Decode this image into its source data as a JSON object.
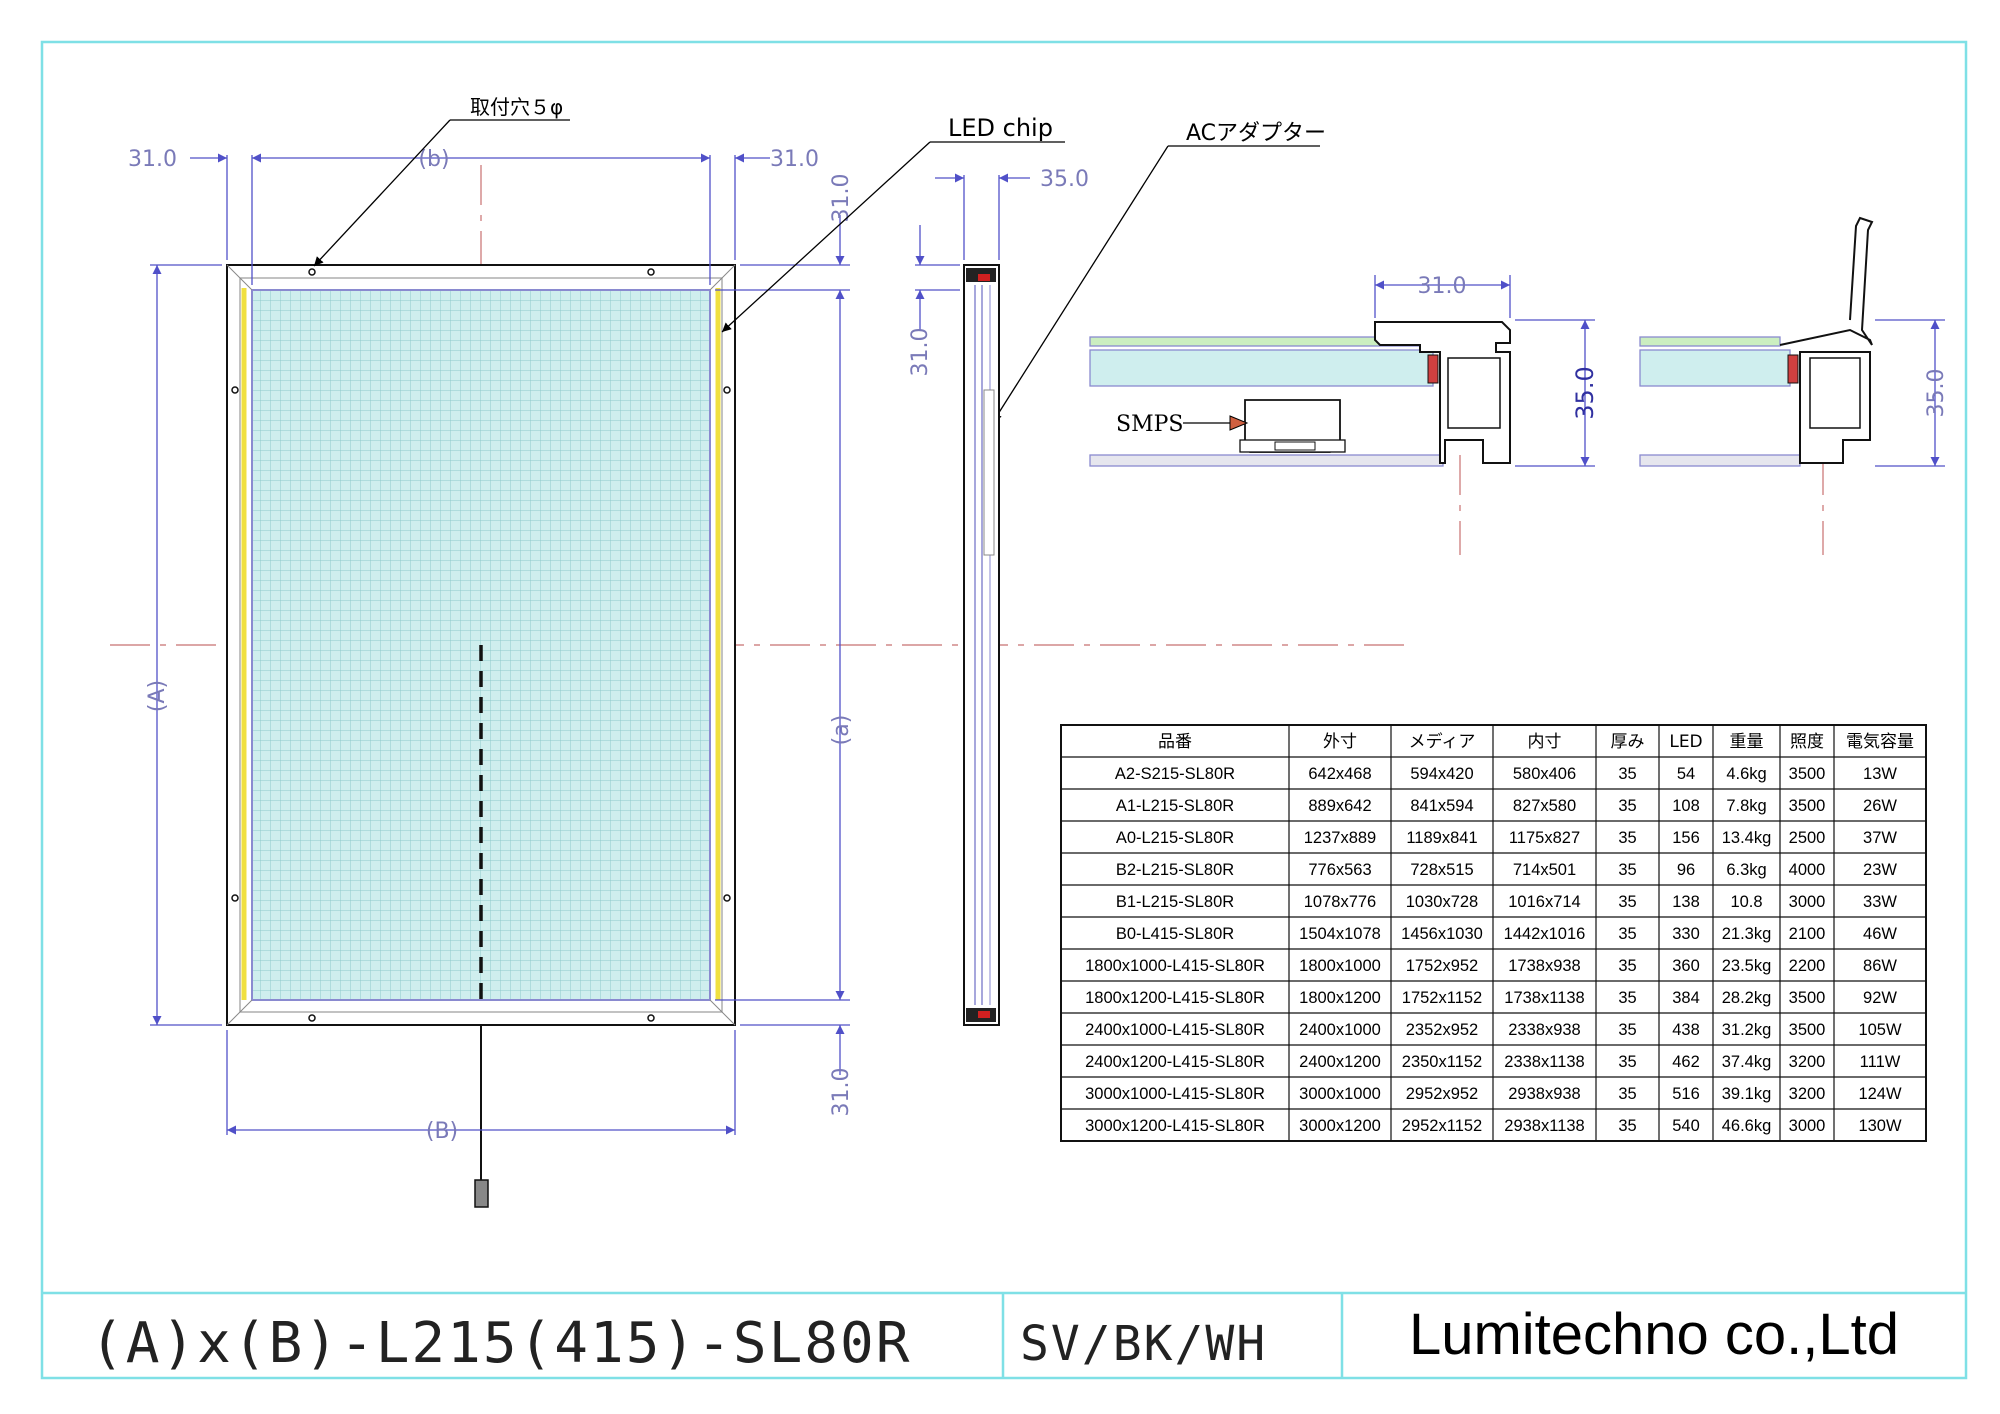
{
  "drawing": {
    "part_number": "(A)x(B)-L215(415)-SL80R",
    "colors_spec": "SV/BK/WH",
    "company": "Lumitechno co.,Ltd"
  },
  "labels": {
    "mount_hole": "取付穴５φ",
    "led_chip": "LED chip",
    "ac_adapter": "ACアダプター",
    "smps": "SMPS"
  },
  "dimensions": {
    "left_margin": "31.0",
    "right_margin": "31.0",
    "top_margin": "31.0",
    "bottom_margin": "31.0",
    "side_offset": "31.0",
    "depth": "35.0",
    "inner_width": "(b)",
    "inner_height": "(a)",
    "outer_width": "(B)",
    "outer_height": "(A)",
    "section_width": "31.0",
    "section_height": "35.0",
    "section2_height": "35.0"
  },
  "spec_table": {
    "headers": [
      "品番",
      "外寸",
      "メディア",
      "内寸",
      "厚み",
      "LED",
      "重量",
      "照度",
      "電気容量"
    ],
    "rows": [
      [
        "A2-S215-SL80R",
        "642x468",
        "594x420",
        "580x406",
        "35",
        "54",
        "4.6kg",
        "3500",
        "13W"
      ],
      [
        "A1-L215-SL80R",
        "889x642",
        "841x594",
        "827x580",
        "35",
        "108",
        "7.8kg",
        "3500",
        "26W"
      ],
      [
        "A0-L215-SL80R",
        "1237x889",
        "1189x841",
        "1175x827",
        "35",
        "156",
        "13.4kg",
        "2500",
        "37W"
      ],
      [
        "B2-L215-SL80R",
        "776x563",
        "728x515",
        "714x501",
        "35",
        "96",
        "6.3kg",
        "4000",
        "23W"
      ],
      [
        "B1-L215-SL80R",
        "1078x776",
        "1030x728",
        "1016x714",
        "35",
        "138",
        "10.8",
        "3000",
        "33W"
      ],
      [
        "B0-L415-SL80R",
        "1504x1078",
        "1456x1030",
        "1442x1016",
        "35",
        "330",
        "21.3kg",
        "2100",
        "46W"
      ],
      [
        "1800x1000-L415-SL80R",
        "1800x1000",
        "1752x952",
        "1738x938",
        "35",
        "360",
        "23.5kg",
        "2200",
        "86W"
      ],
      [
        "1800x1200-L415-SL80R",
        "1800x1200",
        "1752x1152",
        "1738x1138",
        "35",
        "384",
        "28.2kg",
        "3500",
        "92W"
      ],
      [
        "2400x1000-L415-SL80R",
        "2400x1000",
        "2352x952",
        "2338x938",
        "35",
        "438",
        "31.2kg",
        "3500",
        "105W"
      ],
      [
        "2400x1200-L415-SL80R",
        "2400x1200",
        "2350x1152",
        "2338x1138",
        "35",
        "462",
        "37.4kg",
        "3200",
        "111W"
      ],
      [
        "3000x1000-L415-SL80R",
        "3000x1000",
        "2952x952",
        "2938x938",
        "35",
        "516",
        "39.1kg",
        "3200",
        "124W"
      ],
      [
        "3000x1200-L415-SL80R",
        "3000x1200",
        "2952x1152",
        "2938x1138",
        "35",
        "540",
        "46.6kg",
        "3000",
        "130W"
      ]
    ]
  }
}
